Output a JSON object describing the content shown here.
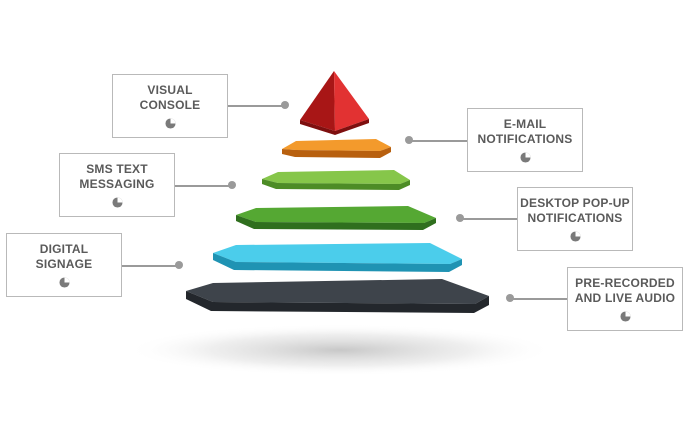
{
  "labels": [
    {
      "id": "visual-console",
      "line1": "VISUAL",
      "line2": "CONSOLE",
      "icon": "pie-chart-icon"
    },
    {
      "id": "email-notifications",
      "line1": "E-MAIL",
      "line2": "NOTIFICATIONS",
      "icon": "pie-chart-icon"
    },
    {
      "id": "sms-text-messaging",
      "line1": "SMS TEXT",
      "line2": "MESSAGING",
      "icon": "pie-chart-icon"
    },
    {
      "id": "desktop-popup-notifications",
      "line1": "DESKTOP POP-UP",
      "line2": "NOTIFICATIONS",
      "icon": "pie-chart-icon"
    },
    {
      "id": "digital-signage",
      "line1": "DIGITAL",
      "line2": "SIGNAGE",
      "icon": "pie-chart-icon"
    },
    {
      "id": "pre-recorded-live-audio",
      "line1": "PRE-RECORDED",
      "line2": "AND LIVE AUDIO",
      "icon": "pie-chart-icon"
    }
  ],
  "tiers": [
    {
      "name": "apex",
      "color": "#d92b2b"
    },
    {
      "name": "orange",
      "color": "#ef8a1f"
    },
    {
      "name": "light-green",
      "color": "#7cbf3f"
    },
    {
      "name": "green",
      "color": "#4a9a2e"
    },
    {
      "name": "cyan",
      "color": "#3cc2e3"
    },
    {
      "name": "dark",
      "color": "#3a4047"
    }
  ],
  "colors": {
    "border": "#b9b9b9",
    "text": "#5a5a5a",
    "connector": "#9a9a9a"
  }
}
